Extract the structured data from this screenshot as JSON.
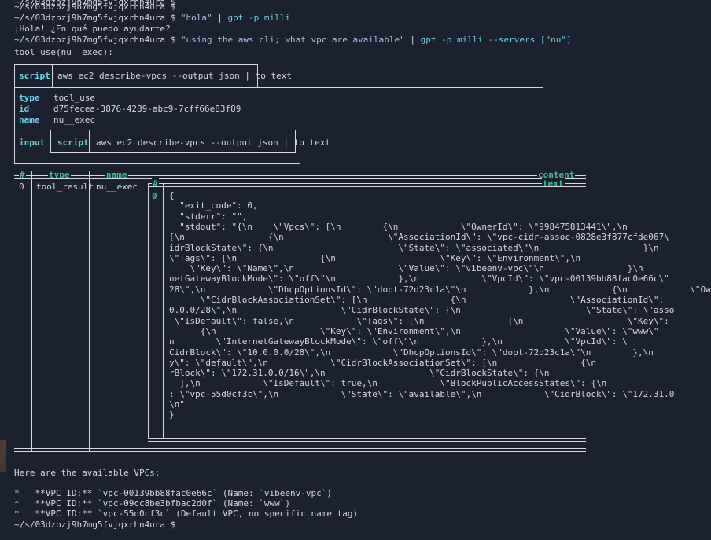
{
  "prompt_path": "~/s/03dzbzj9h7mg5fvjqxrhn4ura",
  "history": {
    "line1": "~/s/03dzbzj9h7mg5fvjqxrhn4ura $",
    "line2_cmd_prefix": "~/s/03dzbzj9h7mg5fvjqxrhn4ura $ ",
    "line2_arg": "\"hola\"",
    "line2_pipe": " | ",
    "line2_gpt": "gpt",
    "line2_flags": " -p milli",
    "reply": "¡Hola! ¿En qué puedo ayudarte?",
    "line4_prefix": "~/s/03dzbzj9h7mg5fvjqxrhn4ura $ ",
    "line4_arg": "\"using the aws cli; what vpc are available\"",
    "line4_pipe": " | ",
    "line4_gpt": "gpt",
    "line4_flags": " -p milli --servers [\"nu\"]",
    "tool_use_header": "tool_use(nu__exec):"
  },
  "script_table": {
    "label": "script",
    "value": "aws ec2 describe-vpcs --output json | to text"
  },
  "record": {
    "type_label": "type",
    "type_value": "tool_use",
    "id_label": "id",
    "id_value": "d75fecea-3876-4289-abc9-7cff66e83f89",
    "name_label": "name",
    "name_value": "nu__exec",
    "input_label": "input",
    "input_script_label": "script",
    "input_script_value": "aws ec2 describe-vpcs --output json | to text"
  },
  "result_table": {
    "col_index": "#",
    "col_type": "type",
    "col_name": "name",
    "col_content": "content",
    "row_index": "0",
    "row_type": "tool_result",
    "row_name": "nu__exec",
    "inner_index_header": "#",
    "inner_text_header": "text",
    "inner_row_index": "0",
    "output_lines": [
      "{",
      "  \"exit_code\": 0,",
      "  \"stderr\": \"\",",
      "  \"stdout\": \"{\\n    \\\"Vpcs\\\": [\\n        {\\n            \\\"OwnerId\\\": \\\"998475813441\\\",\\n",
      "[\\n                {\\n                    \\\"AssociationId\\\": \\\"vpc-cidr-assoc-0828e3f877cfde067\\",
      "idrBlockState\\\": {\\n                        \\\"State\\\": \\\"associated\\\"\\n                    }\\n",
      "\\\"Tags\\\": [\\n                {\\n                    \\\"Key\\\": \\\"Environment\\\",\\n",
      "    \\\"Key\\\": \\\"Name\\\",\\n                    \\\"Value\\\": \\\"vibeenv-vpc\\\"\\n                }\\n",
      "netGatewayBlockMode\\\": \\\"off\\\"\\n            },\\n            \\\"VpcId\\\": \\\"vpc-00139bb88fac0e66c\\\"",
      "28\\\",\\n            \\\"DhcpOptionsId\\\": \\\"dopt-72d23c1a\\\"\\n            },\\n            {\\n            \\\"Ow",
      "      \\\"CidrBlockAssociationSet\\\": [\\n                {\\n                    \\\"AssociationId\\\":",
      "0.0.0/28\\\",\\n                    \\\"CidrBlockState\\\": {\\n                        \\\"State\\\": \\\"asso",
      " \\\"IsDefault\\\": false,\\n            \\\"Tags\\\": [\\n                {\\n                    \\\"Key\\\":",
      "      {\\n                    \\\"Key\\\": \\\"Environment\\\",\\n                    \\\"Value\\\": \\\"www\\\"",
      "n        \\\"InternetGatewayBlockMode\\\": \\\"off\\\"\\n            },\\n            \\\"VpcId\\\": \\",
      "CidrBlock\\\": \\\"10.0.0.0/28\\\",\\n            \\\"DhcpOptionsId\\\": \\\"dopt-72d23c1a\\\"\\n        },\\n",
      "y\\\": \\\"default\\\",\\n            \\\"CidrBlockAssociationSet\\\": [\\n                {\\n",
      "rBlock\\\": \\\"172.31.0.0/16\\\",\\n                    \\\"CidrBlockState\\\": {\\n",
      "  ],\\n            \\\"IsDefault\\\": true,\\n            \\\"BlockPublicAccessStates\\\": {\\n",
      ": \\\"vpc-55d0cf3c\\\",\\n            \\\"State\\\": \\\"available\\\",\\n            \\\"CidrBlock\\\": \\\"172.31.0",
      "\\n\"",
      "}"
    ]
  },
  "summary": {
    "intro": "Here are the available VPCs:",
    "items": [
      "*   **VPC ID:** `vpc-00139bb88fac0e66c` (Name: `vibeenv-vpc`)",
      "*   **VPC ID:** `vpc-09cc8be3bfbac2d0f` (Name: `www`)",
      "*   **VPC ID:** `vpc-55d0cf3c` (Default VPC, no specific name tag)"
    ],
    "final_prompt": "~/s/03dzbzj9h7mg5fvjqxrhn4ura $"
  },
  "colors": {
    "background": "#1c2130",
    "foreground": "#d4d8e2",
    "command": "#6fd2e8",
    "string": "#a9c2e6"
  }
}
